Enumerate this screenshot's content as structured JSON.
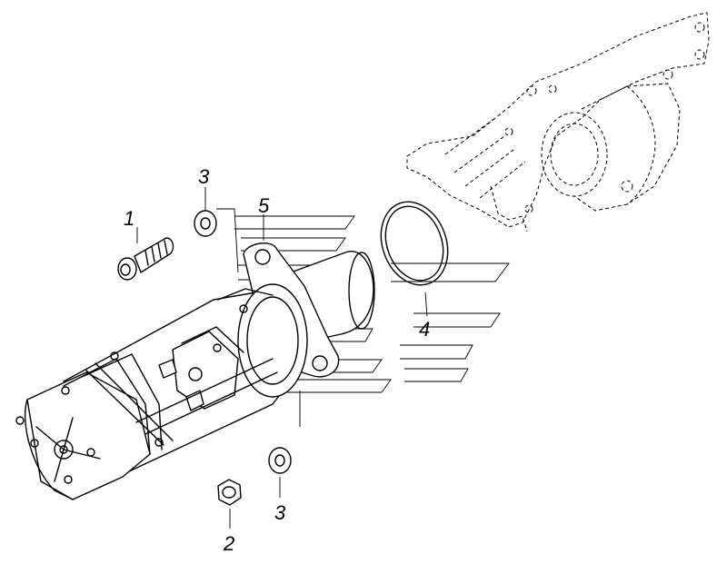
{
  "callouts": [
    {
      "id": "1",
      "text": "1"
    },
    {
      "id": "2",
      "text": "2"
    },
    {
      "id": "3a",
      "text": "3"
    },
    {
      "id": "3b",
      "text": "3"
    },
    {
      "id": "4",
      "text": "4"
    },
    {
      "id": "5",
      "text": "5"
    }
  ],
  "parts": [
    "cap-screw",
    "nut",
    "washer",
    "washer",
    "o-ring",
    "starter-motor",
    "flywheel-housing"
  ],
  "colors": {
    "line": "#000000",
    "background": "#ffffff"
  }
}
